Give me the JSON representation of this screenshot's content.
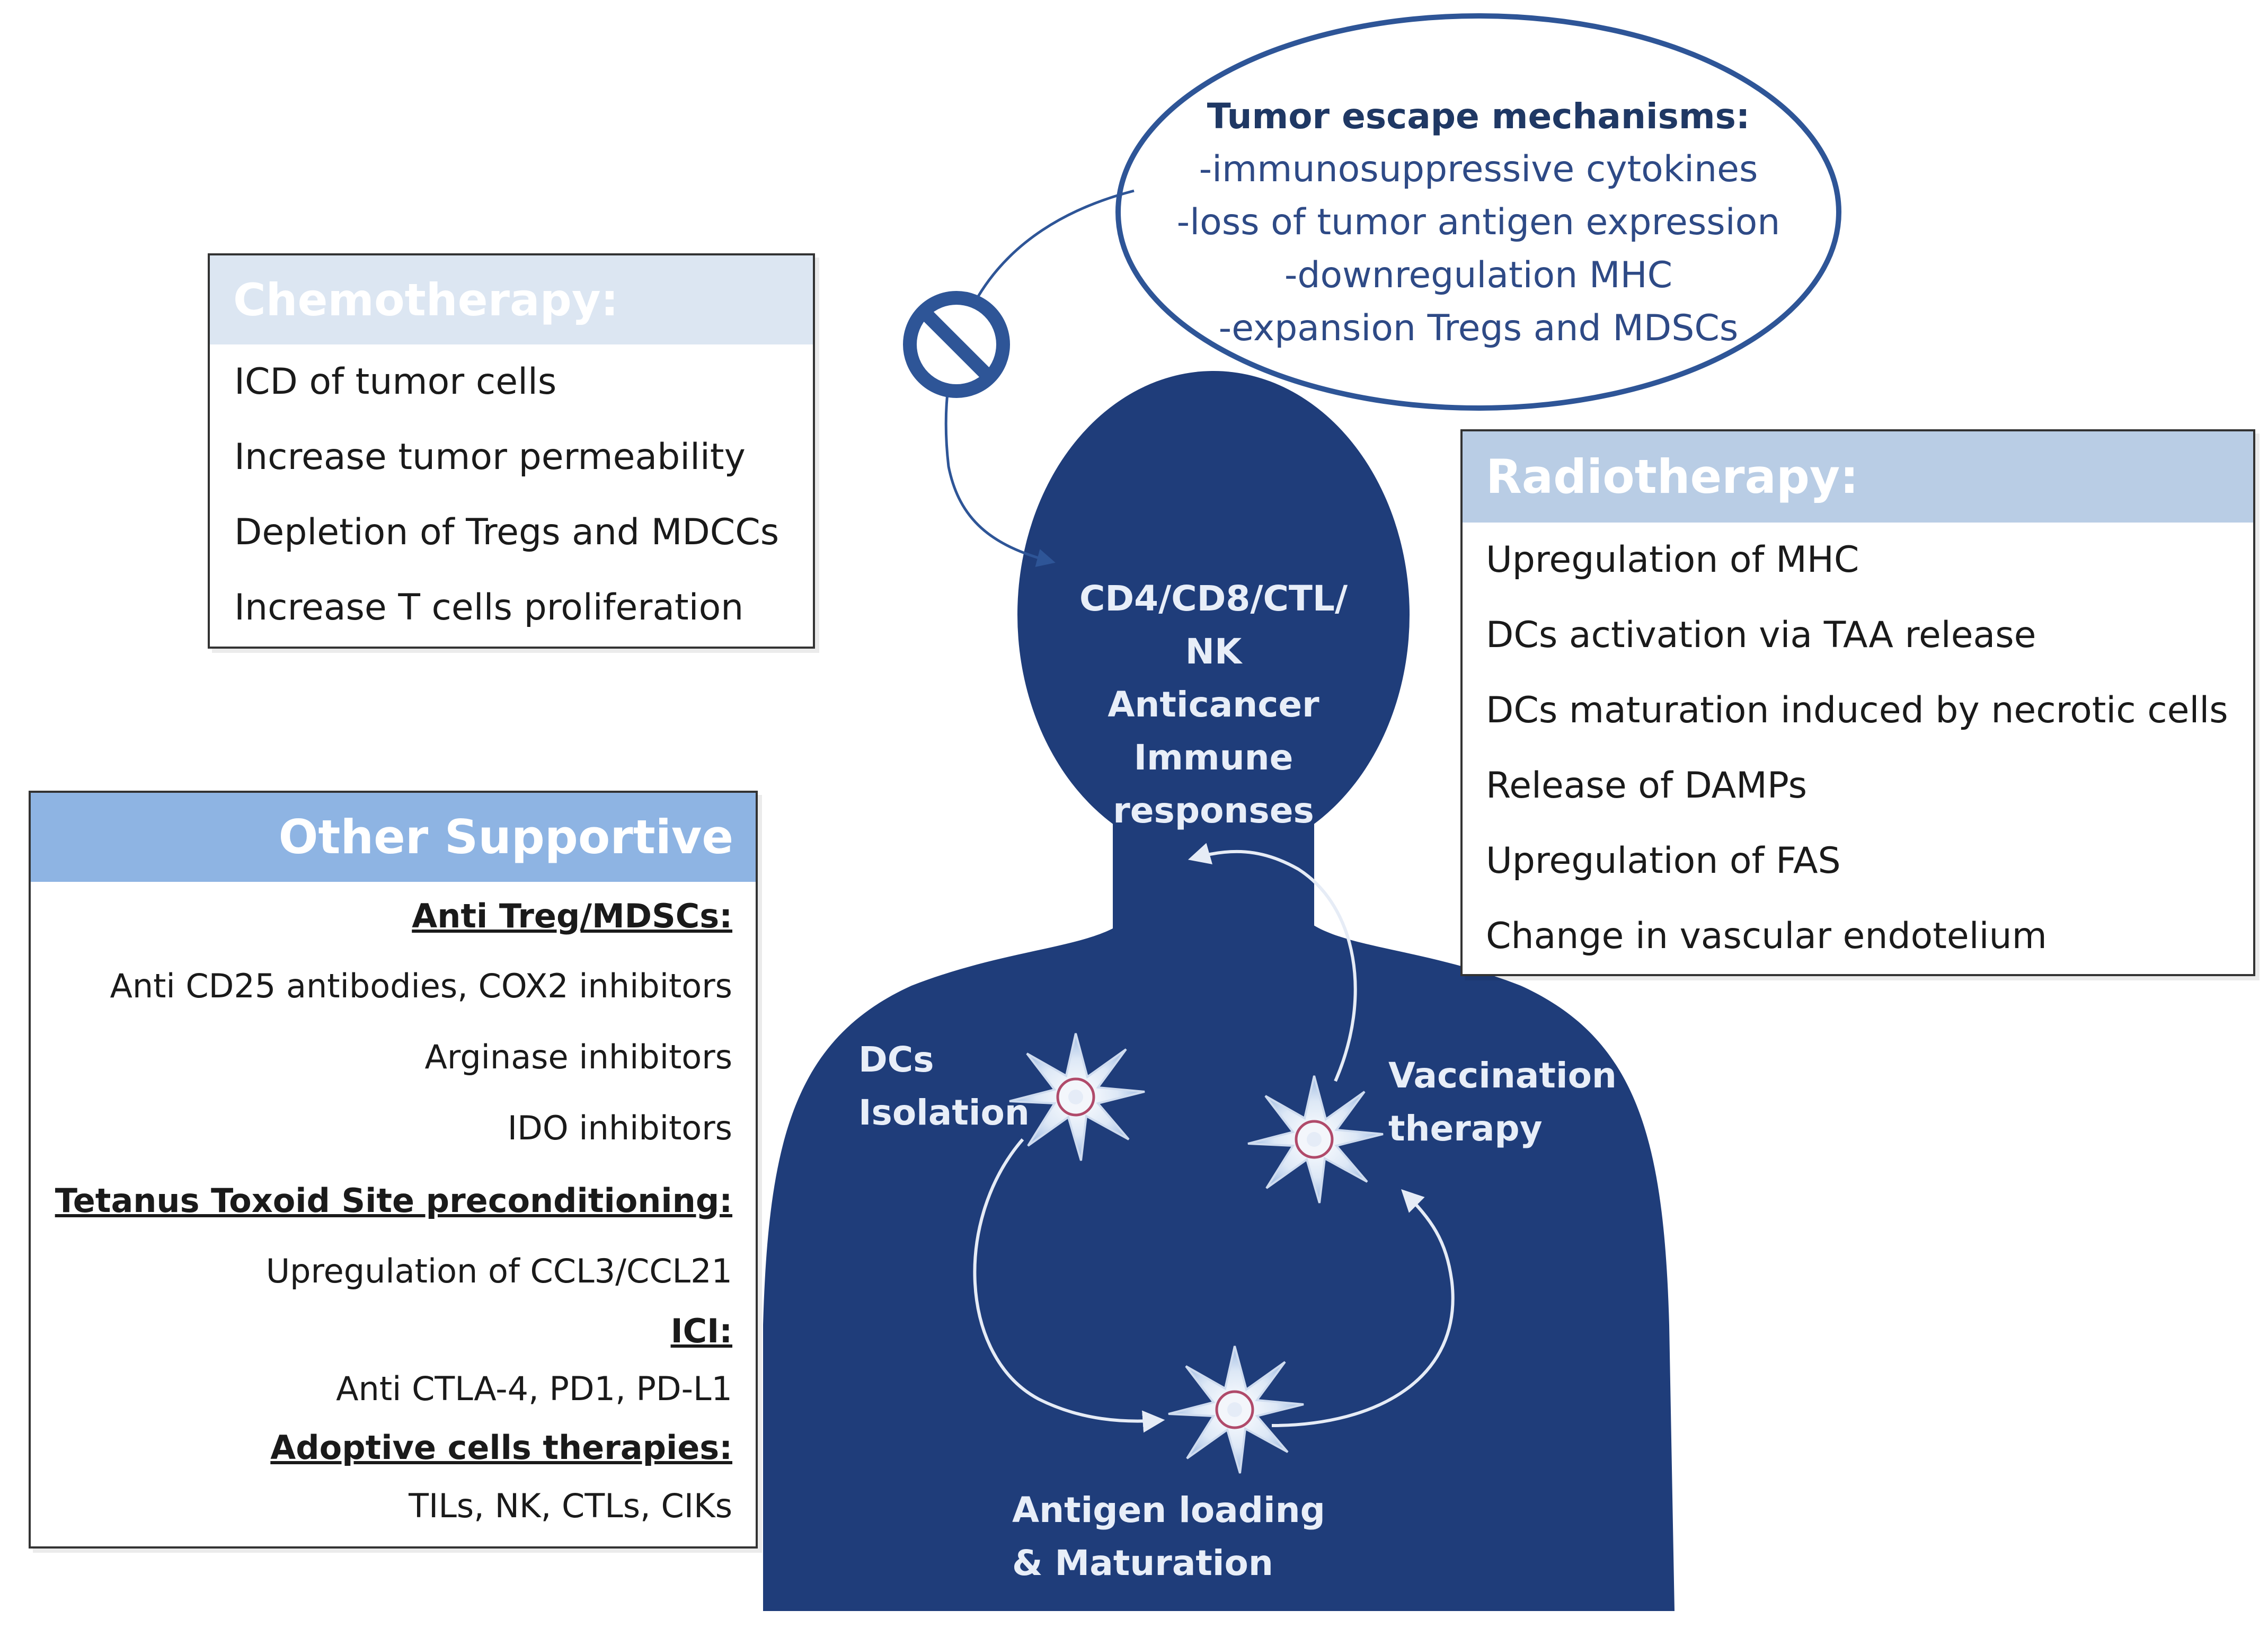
{
  "escape": {
    "title": "Tumor escape mechanisms:",
    "items": [
      "-immunosuppressive cytokines",
      "-loss of tumor antigen expression",
      "-downregulation MHC",
      "-expansion Tregs and MDSCs"
    ]
  },
  "chemotherapy": {
    "title": "Chemotherapy:",
    "items": [
      "ICD of tumor cells",
      "Increase tumor permeability",
      "Depletion of Tregs and MDCCs",
      "Increase T cells proliferation"
    ]
  },
  "radiotherapy": {
    "title": "Radiotherapy:",
    "items": [
      "Upregulation of MHC",
      "DCs activation via TAA release",
      "DCs maturation induced by necrotic cells",
      "Release of DAMPs",
      "Upregulation of FAS",
      "Change in vascular endotelium"
    ]
  },
  "other": {
    "title": "Other Supportive therapies:",
    "sections": [
      {
        "heading": "Anti Treg/MDSCs:",
        "items": [
          "Anti CD25 antibodies, COX2 inhibitors",
          "Arginase inhibitors",
          "IDO inhibitors"
        ]
      },
      {
        "heading": "Tetanus Toxoid Site preconditioning:",
        "items": [
          "Upregulation of CCL3/CCL21"
        ]
      },
      {
        "heading": "ICI:",
        "items": [
          "Anti CTLA-4, PD1, PD-L1"
        ]
      },
      {
        "heading": "Adoptive cells therapies:",
        "items": [
          "TILs, NK, CTLs, CIKs"
        ]
      }
    ]
  },
  "body": {
    "immune": [
      "CD4/CD8/CTL/",
      "NK",
      "Anticancer",
      "Immune",
      "responses"
    ],
    "isolation": [
      "DCs",
      "Isolation"
    ],
    "vaccination": [
      "Vaccination",
      "therapy"
    ],
    "antigen": [
      "Antigen loading",
      "& Maturation"
    ]
  },
  "colors": {
    "silhouette": "#1f3d7a",
    "chemo_header": "#dce6f2",
    "radio_header": "#b9cde5",
    "other_header": "#8eb4e3",
    "escape_text": "#1f3864"
  },
  "icons": [
    "no-entry-icon",
    "dendritic-cell-icon",
    "arrow-icon"
  ]
}
